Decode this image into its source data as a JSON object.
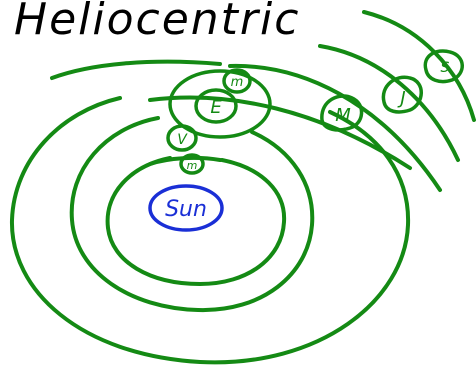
{
  "title": "Heliocentric",
  "colors": {
    "orbit": "#148a14",
    "sun": "#1a2fd6",
    "ink": "#000000",
    "background": "#ffffff"
  },
  "sun": {
    "label": "Sun"
  },
  "bodies": [
    {
      "name": "moon",
      "label": "m"
    },
    {
      "name": "earth",
      "label": "E"
    },
    {
      "name": "venus",
      "label": "V"
    },
    {
      "name": "mercury",
      "label": "m"
    },
    {
      "name": "mars",
      "label": "M"
    },
    {
      "name": "jupiter",
      "label": "J"
    },
    {
      "name": "saturn",
      "label": "S"
    }
  ]
}
